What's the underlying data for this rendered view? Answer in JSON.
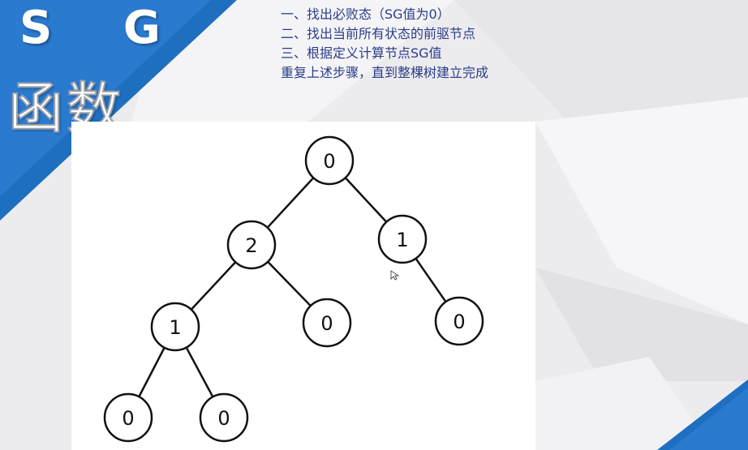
{
  "title": {
    "line1": "S G",
    "line2": "函数"
  },
  "steps": [
    "一、找出必败态（SG值为0）",
    "二、找出当前所有状态的前驱节点",
    "三、根据定义计算节点SG值",
    "重复上述步骤，直到整棵树建立完成"
  ],
  "tree": {
    "nodes": [
      {
        "id": "root",
        "label": "0"
      },
      {
        "id": "l",
        "label": "2"
      },
      {
        "id": "r",
        "label": "1"
      },
      {
        "id": "ll",
        "label": "1"
      },
      {
        "id": "lr",
        "label": "0"
      },
      {
        "id": "rc",
        "label": "0"
      },
      {
        "id": "lll",
        "label": "0"
      },
      {
        "id": "llr",
        "label": "0"
      }
    ],
    "edges": [
      [
        "root",
        "l"
      ],
      [
        "root",
        "r"
      ],
      [
        "l",
        "ll"
      ],
      [
        "l",
        "lr"
      ],
      [
        "r",
        "rc"
      ],
      [
        "ll",
        "lll"
      ],
      [
        "ll",
        "llr"
      ]
    ]
  },
  "colors": {
    "accent_blue": "#1f6fc1",
    "step_text": "#2a3c88"
  }
}
